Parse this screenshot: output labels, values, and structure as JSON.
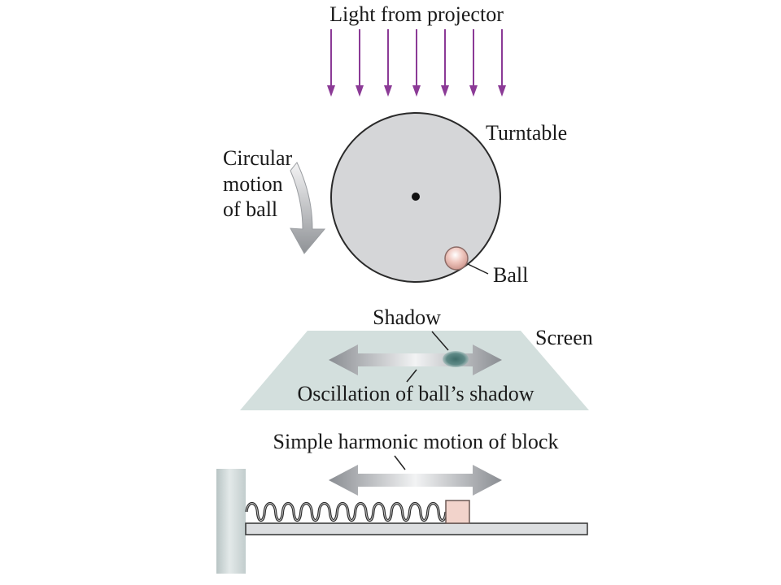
{
  "labels": {
    "light": "Light from projector",
    "turntable": "Turntable",
    "circular_motion": [
      "Circular",
      "motion",
      "of ball"
    ],
    "ball": "Ball",
    "shadow": "Shadow",
    "screen": "Screen",
    "oscillation": "Oscillation of ball’s shadow",
    "shm": "Simple harmonic motion of block"
  },
  "colors": {
    "light_rays": "#8b3a96",
    "turntable": "#d5d6d8",
    "screen": "#d3dfdd",
    "shadow": "#4f7b78",
    "ball": "#f0c8c0",
    "block": "#f2d3cb",
    "wall": "#ccd6d6",
    "track": "#dcdee0",
    "spring": "#2b2b2b"
  },
  "light_ray_count": 7,
  "spring_coil_count": 11
}
